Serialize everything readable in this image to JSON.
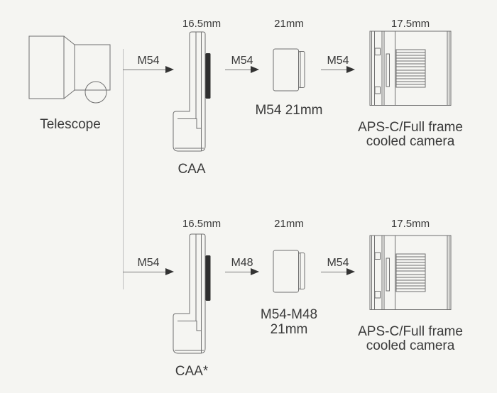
{
  "colors": {
    "background": "#f5f5f2",
    "drawing_line": "#707070",
    "trunk_line": "#bdbdbd",
    "arrow_line": "#7a7a7a",
    "arrow_head": "#333333",
    "text": "#3a3a3a",
    "thread_strip": "#2f2f2f"
  },
  "telescope": {
    "label": "Telescope"
  },
  "top_row": {
    "arrow1_label": "M54",
    "adapter_dimension": "16.5mm",
    "adapter_label": "CAA",
    "arrow2_label": "M54",
    "spacer_dimension": "21mm",
    "spacer_label": "M54 21mm",
    "arrow3_label": "M54",
    "camera_dimension": "17.5mm",
    "camera_label_line1": "APS-C/Full frame",
    "camera_label_line2": "cooled camera"
  },
  "bottom_row": {
    "arrow1_label": "M54",
    "adapter_dimension": "16.5mm",
    "adapter_label": "CAA*",
    "arrow2_label": "M48",
    "spacer_dimension": "21mm",
    "spacer_label_line1": "M54-M48",
    "spacer_label_line2": "21mm",
    "arrow3_label": "M54",
    "camera_dimension": "17.5mm",
    "camera_label_line1": "APS-C/Full frame",
    "camera_label_line2": "cooled camera"
  }
}
